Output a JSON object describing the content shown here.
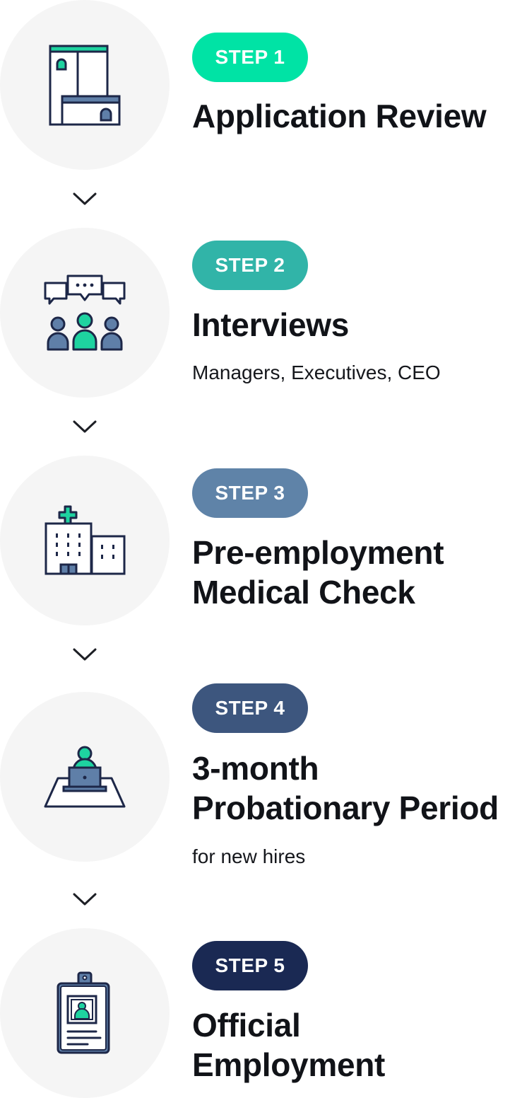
{
  "colors": {
    "step1": "#00e3a5",
    "step2": "#31b4a8",
    "step3": "#5f83a8",
    "step4": "#3d567e",
    "step5": "#1a2953",
    "icon_stroke": "#1d2748",
    "icon_accent": "#1ed3a0",
    "icon_fill": "#5f7fa8"
  },
  "steps": [
    {
      "badge": "STEP 1",
      "title_lines": [
        "Application Review"
      ],
      "subtitle": "",
      "icon": "application-form-icon"
    },
    {
      "badge": "STEP 2",
      "title_lines": [
        "Interviews"
      ],
      "subtitle": "Managers, Executives, CEO",
      "icon": "interview-group-icon"
    },
    {
      "badge": "STEP 3",
      "title_lines": [
        "Pre-employment",
        "Medical Check"
      ],
      "subtitle": "",
      "icon": "hospital-icon"
    },
    {
      "badge": "STEP 4",
      "title_lines": [
        "3-month",
        "Probationary Period"
      ],
      "subtitle": "for new hires",
      "icon": "employee-desk-icon"
    },
    {
      "badge": "STEP 5",
      "title_lines": [
        "Official",
        "Employment"
      ],
      "subtitle": "",
      "icon": "id-badge-icon"
    }
  ],
  "connectors": [
    "chevron-down-icon",
    "chevron-down-icon",
    "chevron-down-icon",
    "chevron-down-icon"
  ]
}
